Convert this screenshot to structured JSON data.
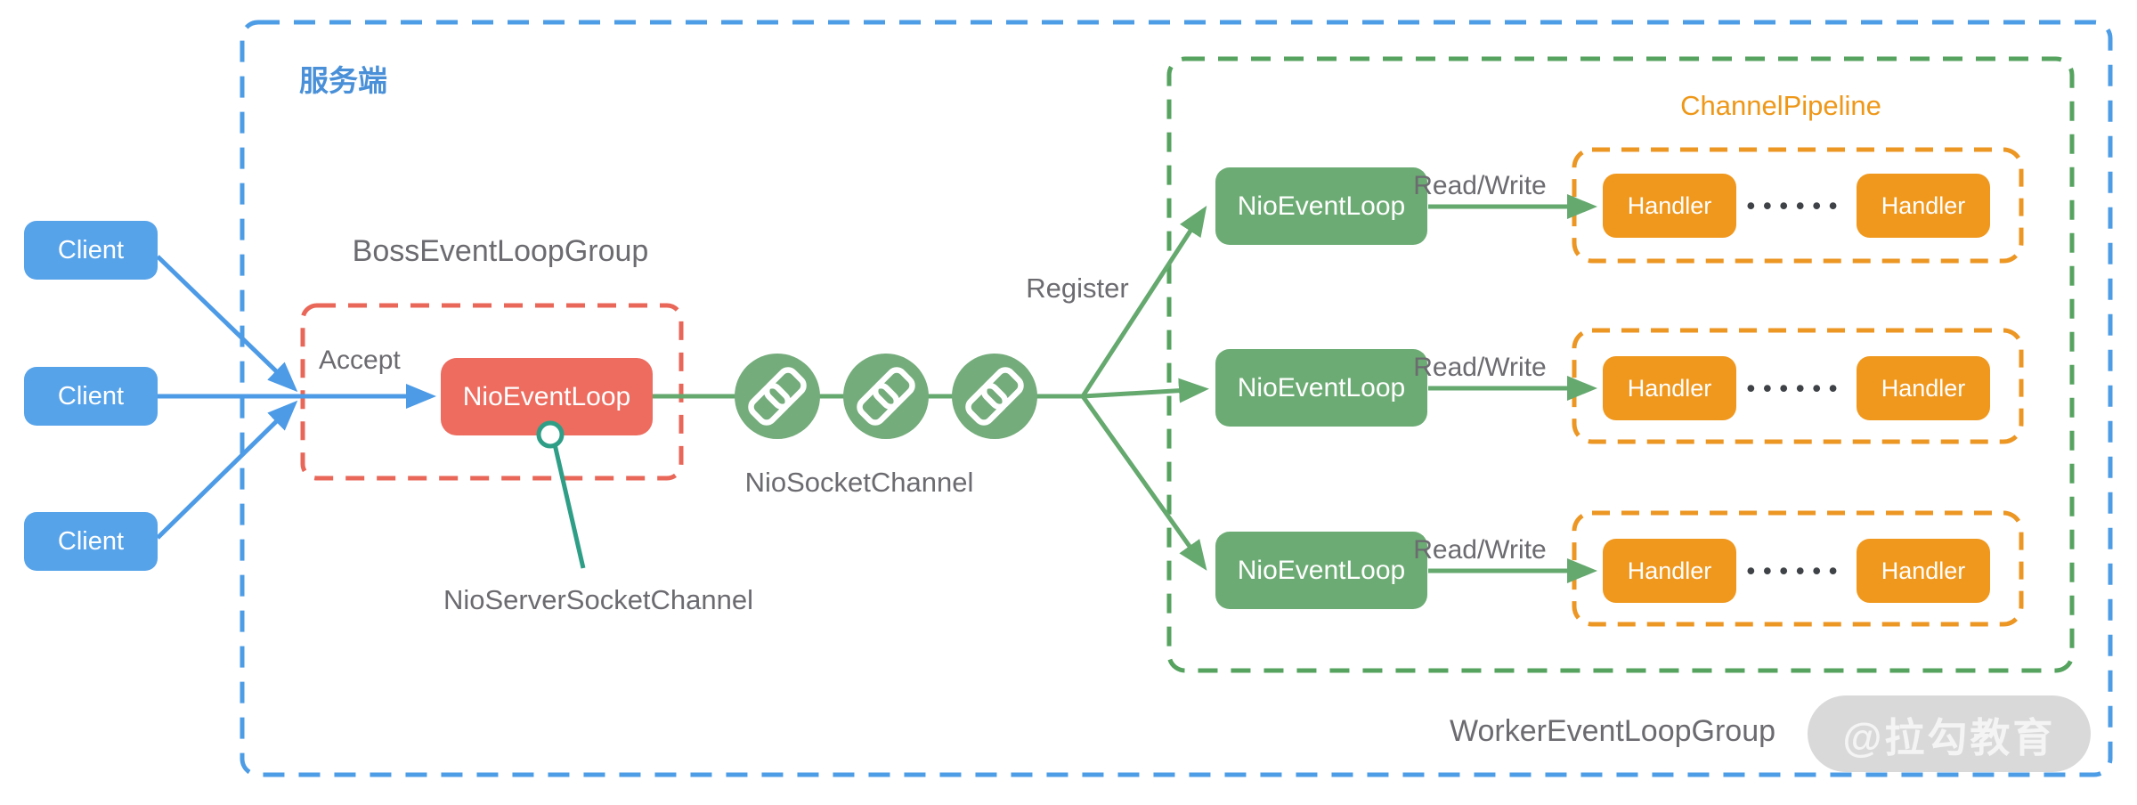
{
  "colors": {
    "container_blue": "#4D9CE6",
    "client_blue": "#57A3EA",
    "server_label_blue": "#4A90D8",
    "boss_border_red": "#E96758",
    "boss_fill_red": "#ED6C5F",
    "worker_border_green": "#55A35F",
    "eventloop_fill_green": "#6CAC74",
    "line_green": "#65A96F",
    "channel_circle_green": "#74AC7B",
    "connector_teal": "#2F9E87",
    "pipeline_border_orange": "#EC9623",
    "handler_fill_orange": "#F0981E",
    "pipeline_text_orange": "#EE9718",
    "gray_text": "#6B6B70",
    "watermark_bg": "#D6D6D6"
  },
  "server": {
    "label": "服务端"
  },
  "clients": [
    {
      "label": "Client"
    },
    {
      "label": "Client"
    },
    {
      "label": "Client"
    }
  ],
  "boss": {
    "title": "BossEventLoopGroup",
    "accept": "Accept",
    "event_loop": "NioEventLoop",
    "server_socket_channel": "NioServerSocketChannel"
  },
  "channel": {
    "label": "NioSocketChannel",
    "register": "Register"
  },
  "worker": {
    "title": "WorkerEventLoopGroup",
    "pipeline_title": "ChannelPipeline",
    "rows": [
      {
        "event_loop": "NioEventLoop",
        "rw": "Read/Write",
        "handler_left": "Handler",
        "handler_right": "Handler",
        "dots": "••••••"
      },
      {
        "event_loop": "NioEventLoop",
        "rw": "Read/Write",
        "handler_left": "Handler",
        "handler_right": "Handler",
        "dots": "••••••"
      },
      {
        "event_loop": "NioEventLoop",
        "rw": "Read/Write",
        "handler_left": "Handler",
        "handler_right": "Handler",
        "dots": "••••••"
      }
    ]
  },
  "watermark": {
    "text": "@拉勾教育"
  }
}
